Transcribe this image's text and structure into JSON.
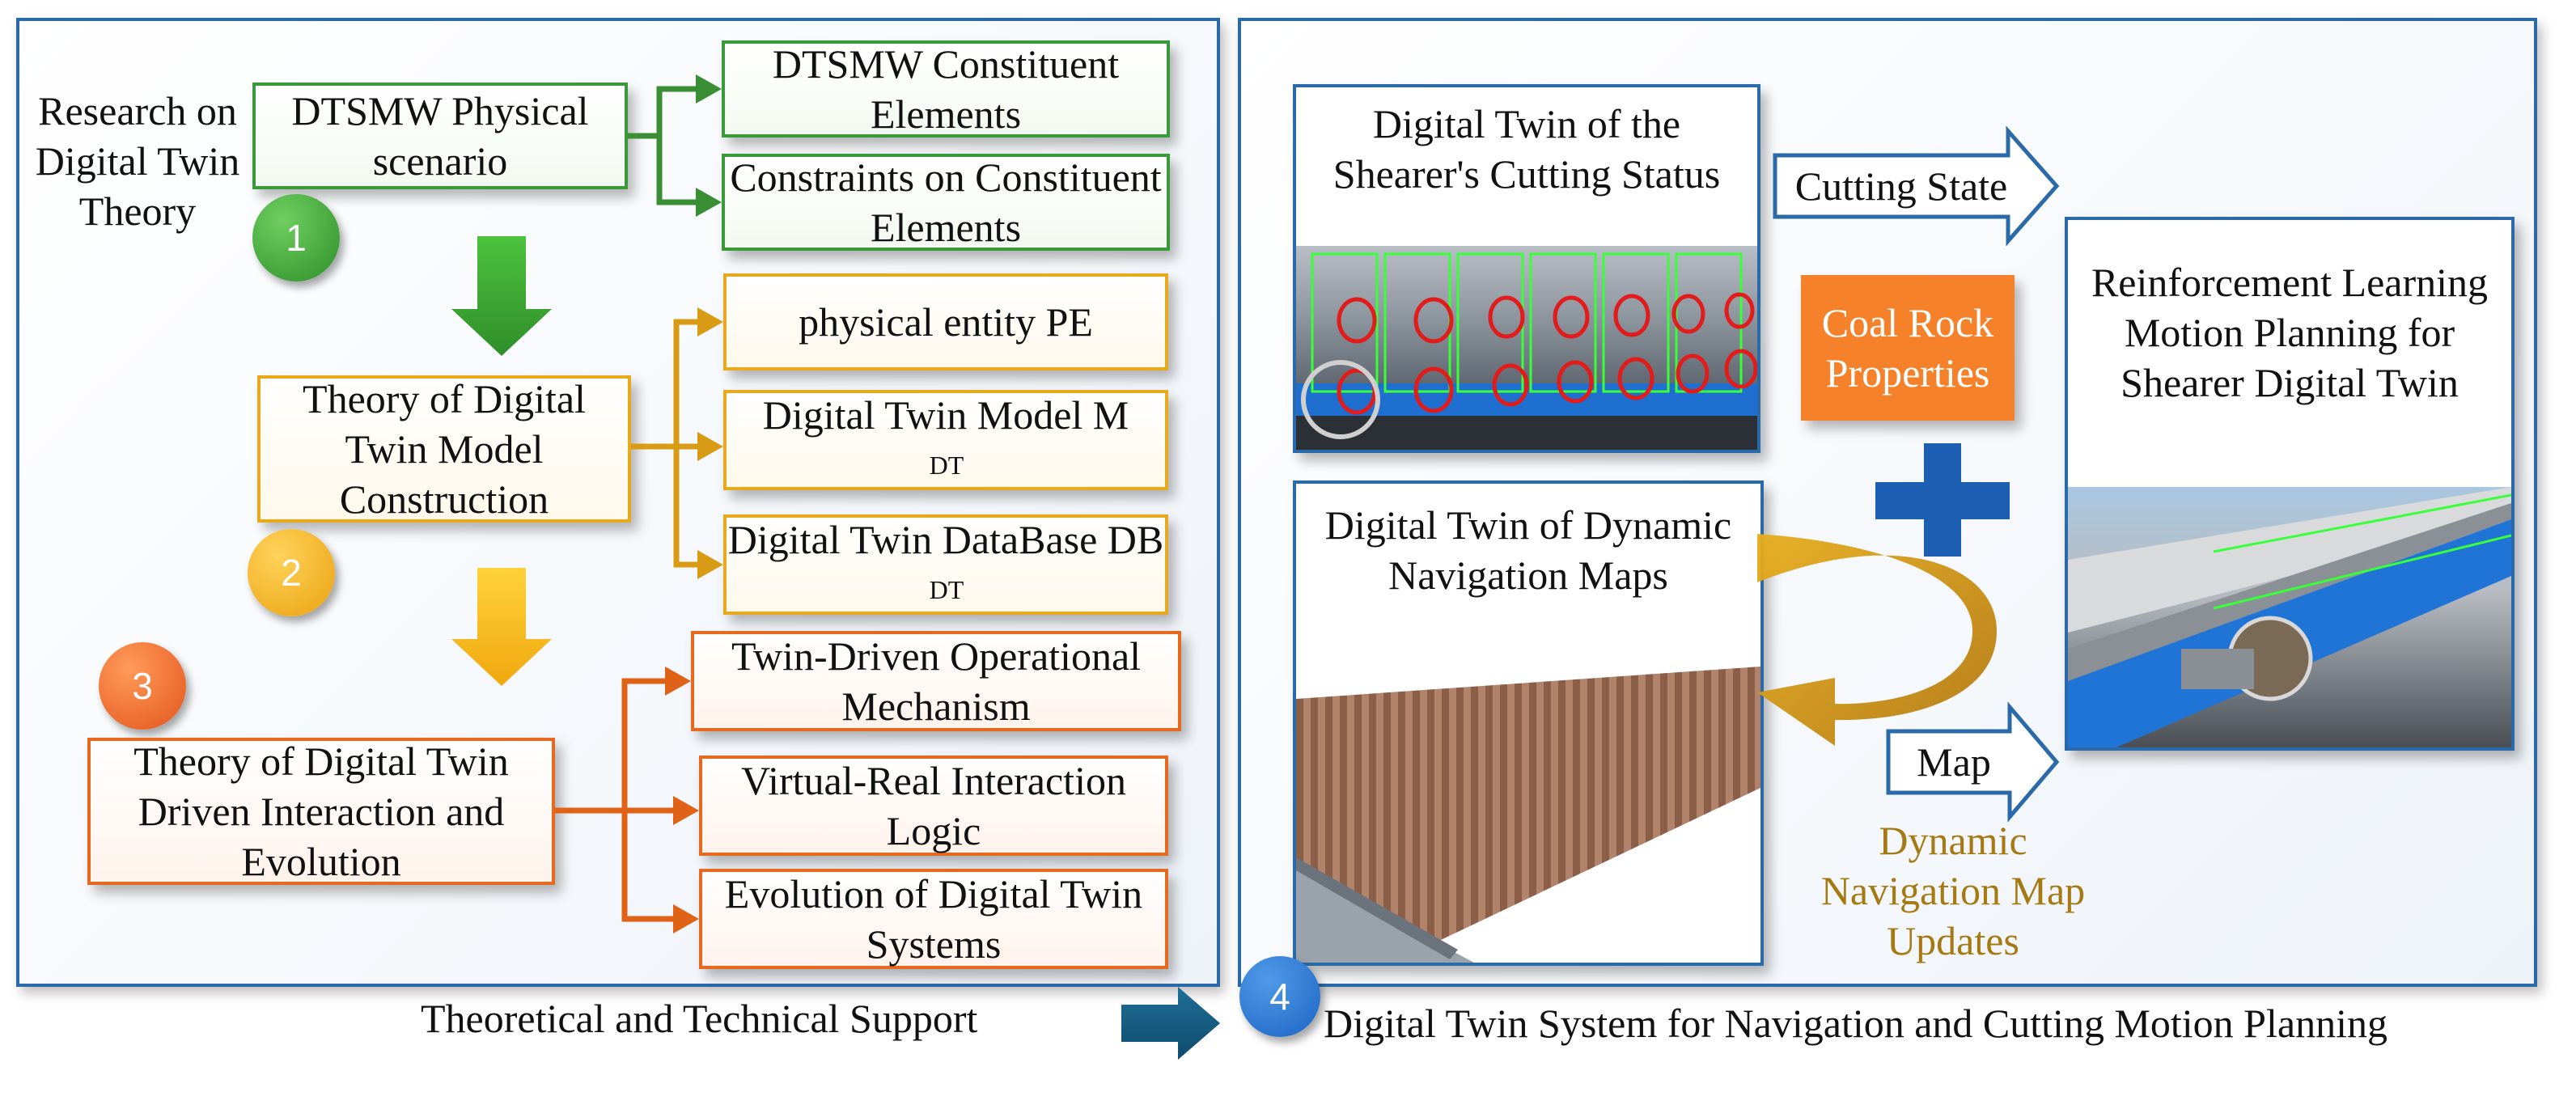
{
  "left_panel": {
    "research_label": "Research on Digital Twin Theory",
    "section1": {
      "number": "1",
      "main": "DTSMW Physical scenario",
      "items": [
        "DTSMW Constituent Elements",
        "Constraints on Constituent Elements"
      ]
    },
    "section2": {
      "number": "2",
      "main": "Theory of Digital Twin Model Construction",
      "item1": "physical entity PE",
      "item2_text": "Digital Twin Model M",
      "item2_sub": "DT",
      "item3_text": "Digital Twin DataBase DB",
      "item3_sub": "DT"
    },
    "section3": {
      "number": "3",
      "main": "Theory of Digital Twin Driven Interaction and Evolution",
      "items": [
        "Twin-Driven Operational Mechanism",
        "Virtual-Real Interaction Logic",
        "Evolution of Digital Twin Systems"
      ]
    }
  },
  "right_panel": {
    "cutting_status_title": "Digital Twin of the Shearer's Cutting Status",
    "navigation_title": "Digital Twin of Dynamic Navigation Maps",
    "cutting_state_label": "Cutting State",
    "coal_rock_label": "Coal Rock Properties",
    "map_label": "Map",
    "map_updates_label": "Dynamic Navigation Map Updates",
    "rl_title": "Reinforcement Learning Motion Planning for Shearer Digital Twin"
  },
  "bottom": {
    "support_label": "Theoretical and Technical Support",
    "number": "4",
    "system_label": "Digital Twin System for Navigation and Cutting Motion Planning"
  },
  "colors": {
    "green": "#3a9a3a",
    "yellow": "#e9a91c",
    "orange": "#e56a1f",
    "blue": "#2a6aa8",
    "gold_text": "#a67a12"
  }
}
